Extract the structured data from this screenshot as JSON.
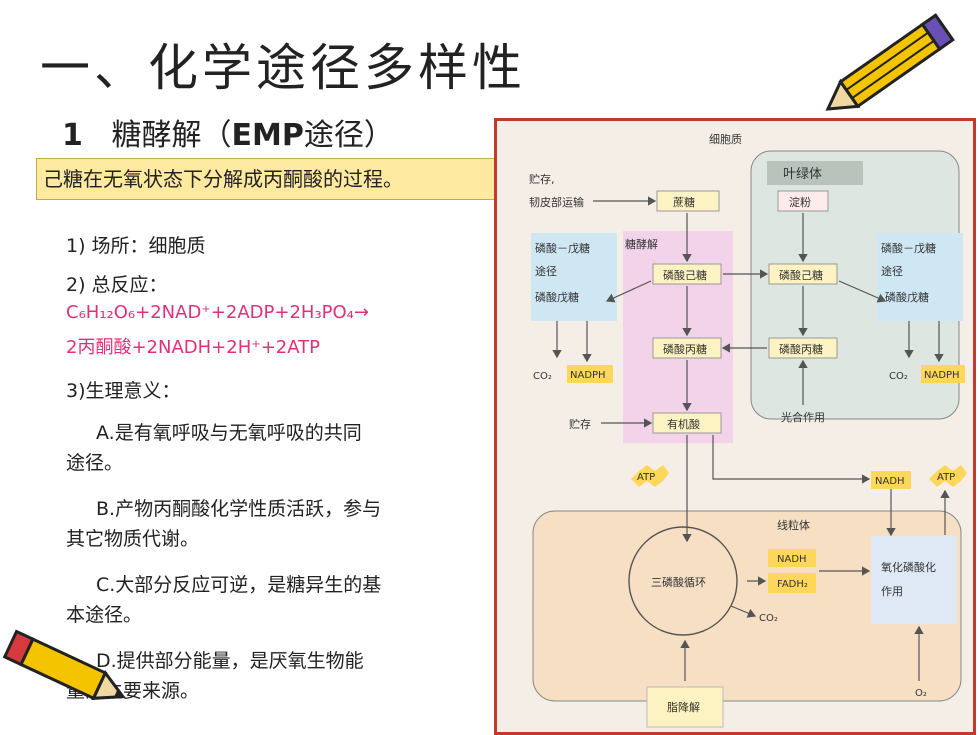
{
  "title": "一、化学途径多样性",
  "subtitle": {
    "num": "1",
    "name": "糖酵解（",
    "abbr": "EMP",
    "name2": "途径）"
  },
  "definition": "己糖在无氧状态下分解成丙酮酸的过程。",
  "points": {
    "site": "1) 场所：细胞质",
    "reaction_label": "2) 总反应：",
    "reaction_line1": "C₆H₁₂O₆+2NAD⁺+2ADP+2H₃PO₄→",
    "reaction_line2": "2丙酮酸+2NADH+2H⁺+2ATP",
    "significance_label": "3)生理意义：",
    "a1": "A.是有氧呼吸与无氧呼吸的共同",
    "a2": "途径。",
    "b1": "B.产物丙酮酸化学性质活跃，参与",
    "b2": "其它物质代谢。",
    "c1": "C.大部分反应可逆，是糖异生的基",
    "c2": "本途径。",
    "d1": "D.提供部分能量，是厌氧生物能",
    "d2": "量的主要来源。"
  },
  "diagram": {
    "cytoplasm": "细胞质",
    "chloroplast": "叶绿体",
    "storage_transport_1": "贮存,",
    "storage_transport_2": "韧皮部运输",
    "sucrose": "蔗糖",
    "starch": "淀粉",
    "glycolysis": "糖酵解",
    "ppp_left_1": "磷酸－戊糖",
    "ppp_left_2": "途径",
    "pentose_left": "磷酸戊糖",
    "hexose_p": "磷酸己糖",
    "hexose_p_chl": "磷酸己糖",
    "ppp_right_1": "磷酸－戊糖",
    "ppp_right_2": "途径",
    "pentose_right": "磷酸戊糖",
    "triose_p": "磷酸丙糖",
    "triose_p_chl": "磷酸丙糖",
    "co2_left": "CO₂",
    "nadph_left": "NADPH",
    "co2_right": "CO₂",
    "nadph_right": "NADPH",
    "photosynthesis": "光合作用",
    "storage": "贮存",
    "organic_acid": "有机酸",
    "atp_left": "ATP",
    "nadh_top": "NADH",
    "atp_right": "ATP",
    "mitochondrion": "线粒体",
    "tca": "三磷酸循环",
    "nadh_mito": "NADH",
    "fadh2": "FADH₂",
    "co2_mito": "CO₂",
    "oxphos_1": "氧化磷酸化",
    "oxphos_2": "作用",
    "lipolysis": "脂降解",
    "o2": "O₂"
  },
  "colors": {
    "accent_pink": "#e0307a",
    "def_box": "#fde9a0",
    "frame_red": "#c0392b",
    "chloroplast_bg": "#dde6e0",
    "glycolysis_bg": "#f3d3ea",
    "ppp_bg": "#cfe6f3",
    "mito_bg": "#f7dfc4",
    "node_yellow": "#fdf3c2"
  }
}
